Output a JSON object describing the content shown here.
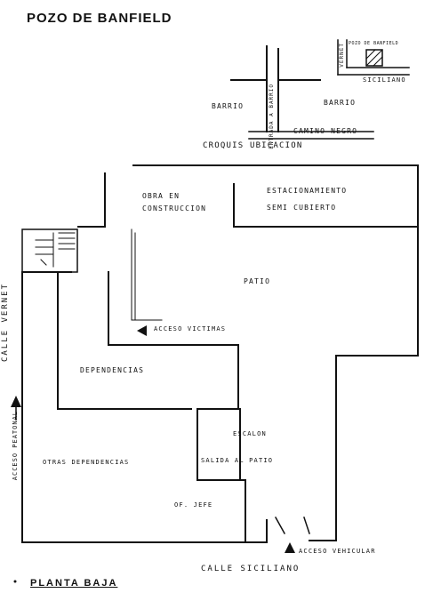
{
  "title": "POZO DE BANFIELD",
  "section_label": "PLANTA BAJA",
  "croquis": {
    "title": "CROQUIS UBICACION",
    "barrio_left": "BARRIO",
    "barrio_right": "BARRIO",
    "camino": "CAMINO NEGRO",
    "calle_vertical": "ENTRADA A BARRIO",
    "siciliano": "SICILIANO",
    "vernet": "VERNET",
    "pozo_tag": "POZO DE BANFIELD"
  },
  "rooms": {
    "obra_line1": "OBRA EN",
    "obra_line2": "CONSTRUCCION",
    "estac_line1": "ESTACIONAMIENTO",
    "estac_line2": "SEMI CUBIERTO",
    "patio": "PATIO",
    "acceso_victimas": "ACCESO VICTIMAS",
    "dependencias": "DEPENDENCIAS",
    "otras_dependencias": "OTRAS DEPENDENCIAS",
    "escalon": "ESCALON",
    "salida_patio": "SALIDA AL PATIO",
    "of_jefe": "OF. JEFE",
    "acceso_vehicular": "ACCESO VEHICULAR",
    "acceso_peatonal": "ACCESO PEATONAL"
  },
  "streets": {
    "calle_vernet": "CALLE VERNET",
    "calle_siciliano": "CALLE SICILIANO"
  },
  "colors": {
    "ink": "#111111",
    "paper": "#ffffff"
  }
}
